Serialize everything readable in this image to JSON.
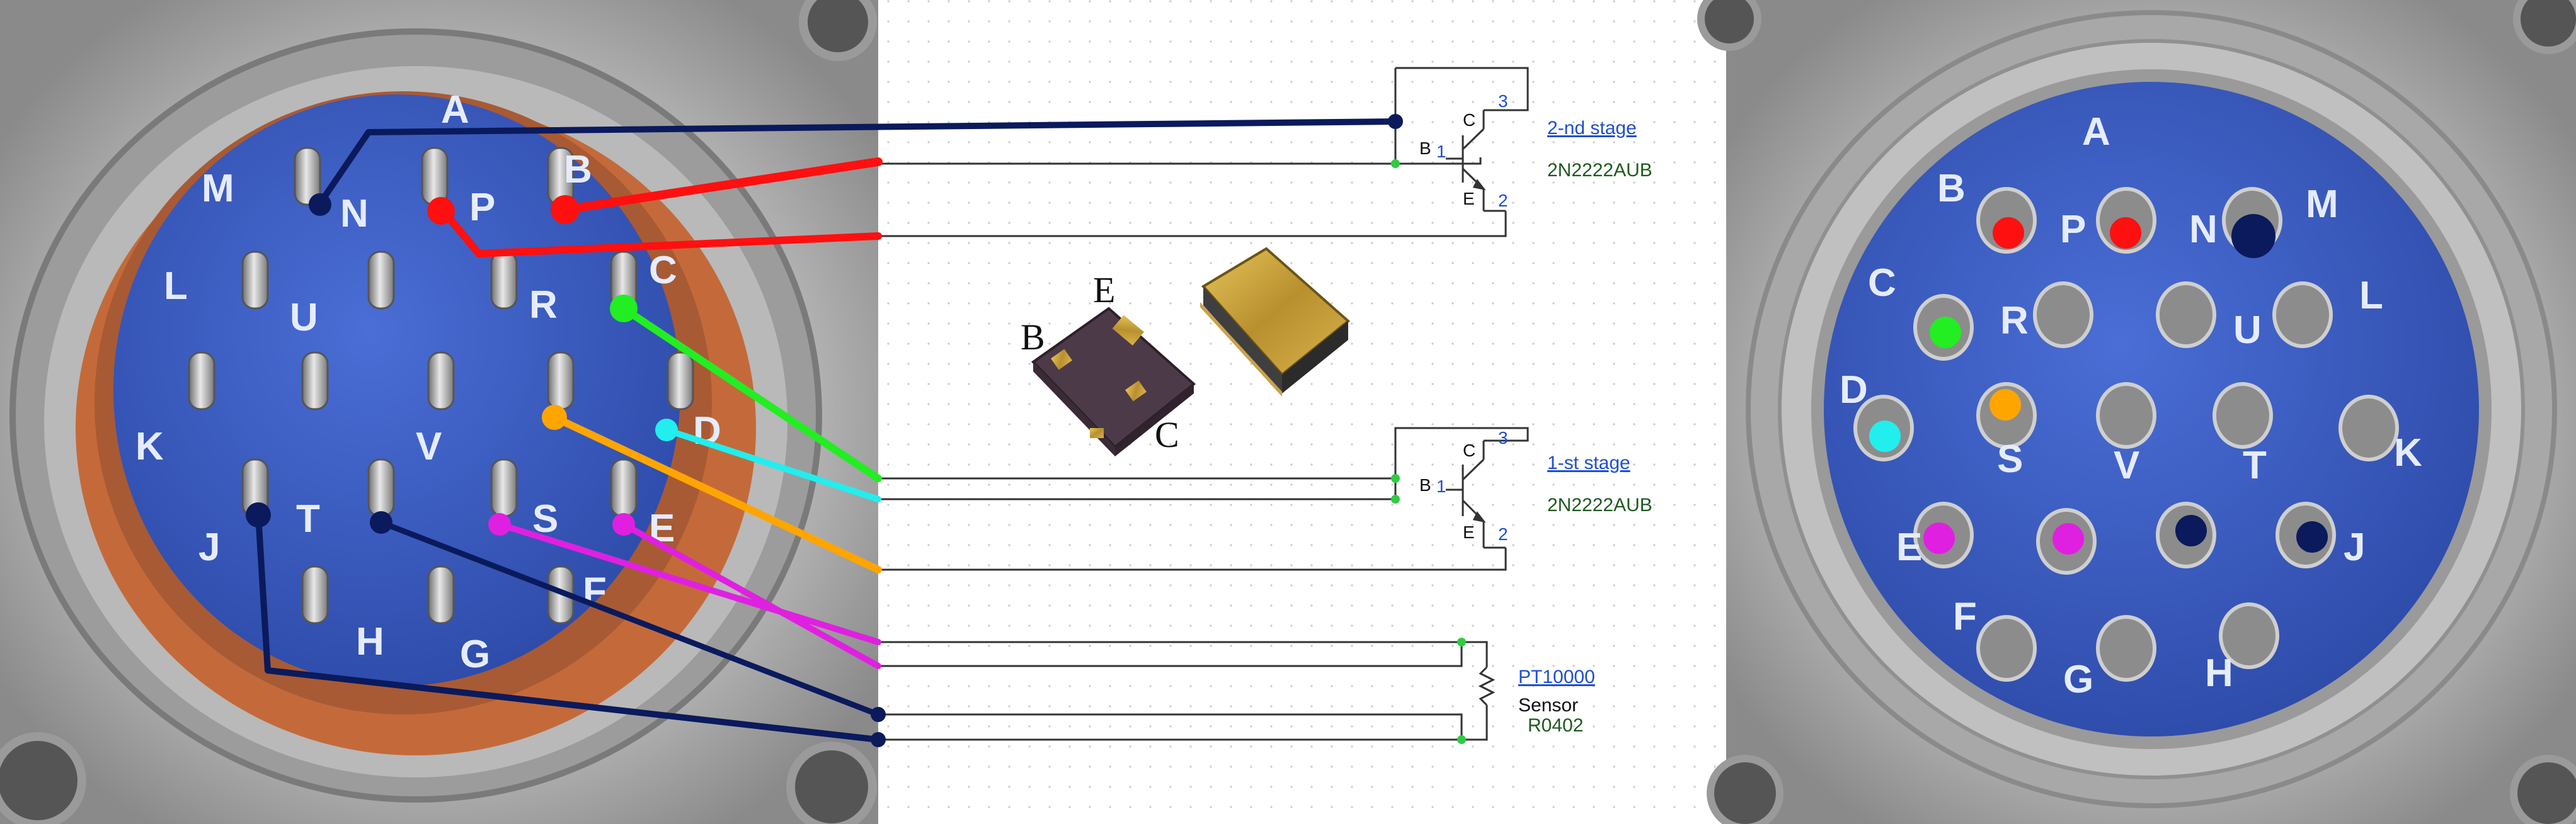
{
  "colors": {
    "connector_blue": "#3d5fc6",
    "metal": "#bfbfbf",
    "label_link": "#1f4fd0",
    "label_part": "#1e5a1e",
    "node_green": "#2ecc40",
    "wire_navy": "#0a1a5c",
    "wire_red": "#ff1010",
    "wire_green": "#22ee22",
    "wire_cyan": "#22eeee",
    "wire_orange": "#ffa500",
    "wire_magenta": "#e020e0"
  },
  "left_connector": {
    "pin_letters": [
      "A",
      "B",
      "C",
      "D",
      "E",
      "F",
      "G",
      "H",
      "J",
      "K",
      "L",
      "M",
      "N",
      "P",
      "R",
      "S",
      "T",
      "U",
      "V"
    ]
  },
  "right_connector": {
    "pin_letters": [
      "A",
      "B",
      "C",
      "D",
      "E",
      "F",
      "G",
      "H",
      "J",
      "K",
      "L",
      "M",
      "N",
      "P",
      "R",
      "S",
      "T",
      "U",
      "V"
    ]
  },
  "stage2": {
    "link_label": "2-nd stage",
    "part_label": "2N2222AUB",
    "pin_b": "B",
    "pin_c": "C",
    "pin_e": "E",
    "num_base": "1",
    "num_collector": "3",
    "num_emitter": "2"
  },
  "stage1": {
    "link_label": "1-st stage",
    "part_label": "2N2222AUB",
    "pin_b": "B",
    "pin_c": "C",
    "pin_e": "E",
    "num_base": "1",
    "num_collector": "3",
    "num_emitter": "2"
  },
  "sensor": {
    "link_label": "PT10000",
    "type_label": "Sensor",
    "package_label": "R0402"
  },
  "package_photo": {
    "label_b": "B",
    "label_e": "E",
    "label_c": "C"
  }
}
